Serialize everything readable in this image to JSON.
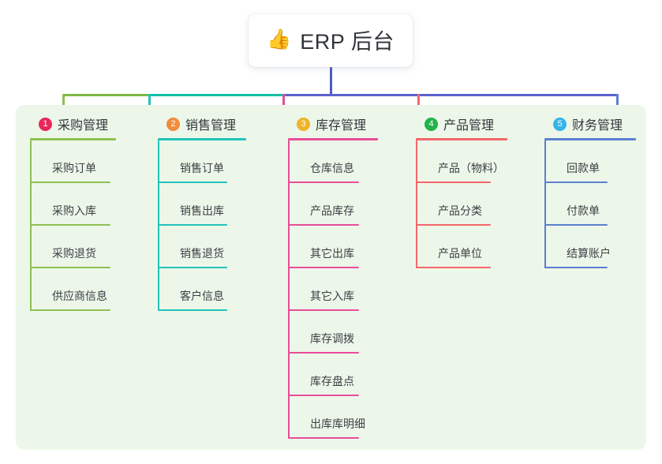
{
  "header": {
    "emoji": "👍",
    "emoji_name": "thumbs-up-icon",
    "title": "ERP 后台"
  },
  "palette": {
    "panel_background": "#edf7e9",
    "card_background": "#ffffff",
    "title_text": "#2f3338",
    "trunk": "#4e5bc4",
    "bar_left": "#7cb942",
    "bar_mid": "#0fbfa4",
    "bar_right": "#5b62cf"
  },
  "columns": [
    {
      "index": "1",
      "badge_color": "#e8275a",
      "line_color": "#8cc152",
      "title": "采购管理",
      "items": [
        {
          "label": "采购订单"
        },
        {
          "label": "采购入库"
        },
        {
          "label": "采购退货"
        },
        {
          "label": "供应商信息"
        }
      ]
    },
    {
      "index": "2",
      "badge_color": "#f08c3a",
      "line_color": "#22c3bb",
      "title": "销售管理",
      "items": [
        {
          "label": "销售订单"
        },
        {
          "label": "销售出库"
        },
        {
          "label": "销售退货"
        },
        {
          "label": "客户信息"
        }
      ]
    },
    {
      "index": "3",
      "badge_color": "#f0b429",
      "line_color": "#e84d97",
      "title": "库存管理",
      "items": [
        {
          "label": "仓库信息"
        },
        {
          "label": "产品库存"
        },
        {
          "label": "其它出库"
        },
        {
          "label": "其它入库"
        },
        {
          "label": "库存调拨"
        },
        {
          "label": "库存盘点"
        },
        {
          "label": "出库库明细"
        }
      ]
    },
    {
      "index": "4",
      "badge_color": "#22b14c",
      "line_color": "#f4666a",
      "title": "产品管理",
      "items": [
        {
          "label": "产品（物料）"
        },
        {
          "label": "产品分类"
        },
        {
          "label": "产品单位"
        }
      ]
    },
    {
      "index": "5",
      "badge_color": "#35b4e8",
      "line_color": "#5b7fd0",
      "title": "财务管理",
      "items": [
        {
          "label": "回款单"
        },
        {
          "label": "付款单"
        },
        {
          "label": "结算账户"
        }
      ]
    }
  ]
}
